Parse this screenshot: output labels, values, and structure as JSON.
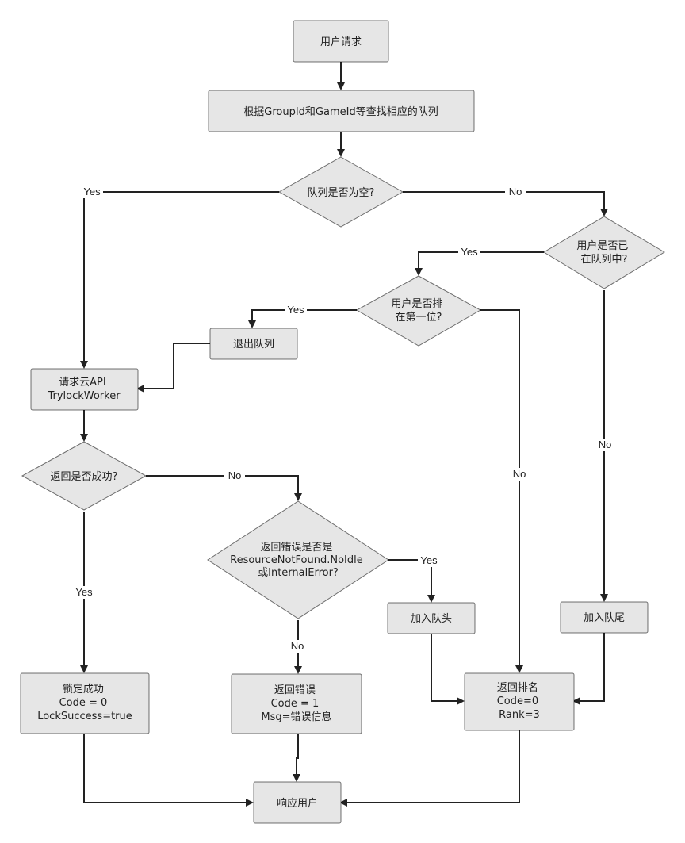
{
  "nodes": {
    "user_request": [
      "用户请求"
    ],
    "find_queue": [
      "根据GroupId和GameId等查找相应的队列"
    ],
    "queue_empty": [
      "队列是否为空?"
    ],
    "user_in_queue": [
      "用户是否已",
      "在队列中?"
    ],
    "user_first": [
      "用户是否排",
      "在第一位?"
    ],
    "exit_queue": [
      "退出队列"
    ],
    "call_api": [
      "请求云API",
      "TrylockWorker"
    ],
    "return_success": [
      "返回是否成功?"
    ],
    "error_check": [
      "返回错误是否是",
      "ResourceNotFound.NoIdle",
      "或InternalError?"
    ],
    "join_head": [
      "加入队头"
    ],
    "join_tail": [
      "加入队尾"
    ],
    "lock_success": [
      "锁定成功",
      "Code = 0",
      "LockSuccess=true"
    ],
    "return_error": [
      "返回错误",
      "Code = 1",
      "Msg=错误信息"
    ],
    "return_rank": [
      "返回排名",
      "Code=0",
      "Rank=3"
    ],
    "respond_user": [
      "响应用户"
    ]
  },
  "edge_labels": {
    "empty_yes": "Yes",
    "empty_no": "No",
    "in_queue_yes": "Yes",
    "in_queue_no": "No",
    "first_yes": "Yes",
    "first_no": "No",
    "success_no": "No",
    "success_yes": "Yes",
    "error_yes": "Yes",
    "error_no": "No"
  }
}
